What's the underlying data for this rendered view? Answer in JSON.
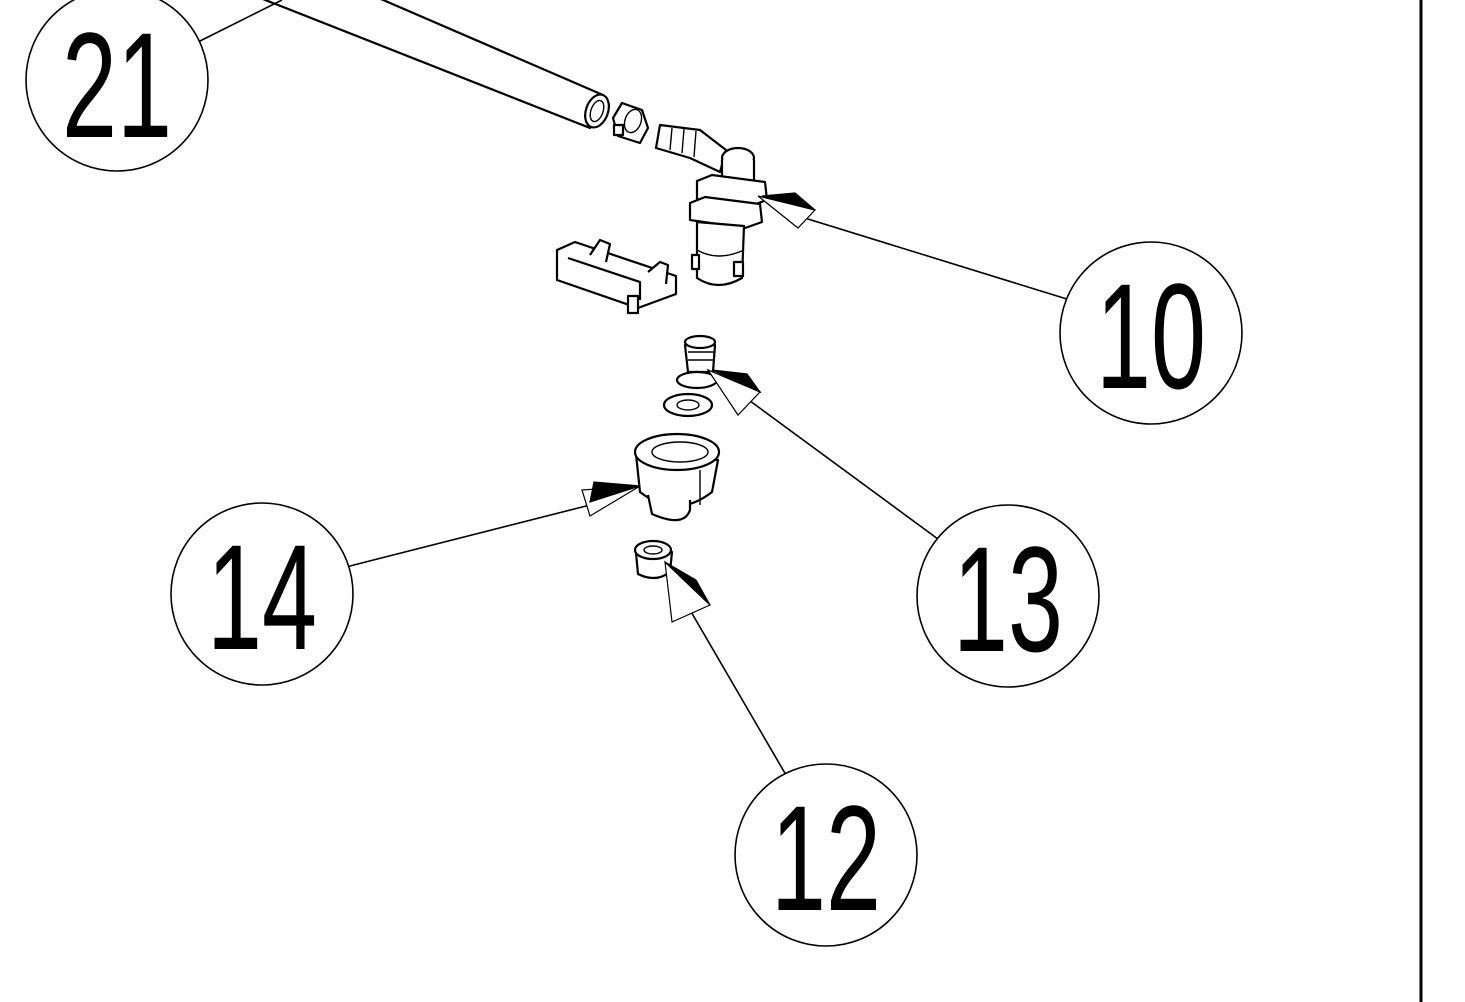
{
  "callouts": [
    {
      "id": "21",
      "label": "21"
    },
    {
      "id": "10",
      "label": "10"
    },
    {
      "id": "13",
      "label": "13"
    },
    {
      "id": "14",
      "label": "14"
    },
    {
      "id": "12",
      "label": "12"
    }
  ]
}
